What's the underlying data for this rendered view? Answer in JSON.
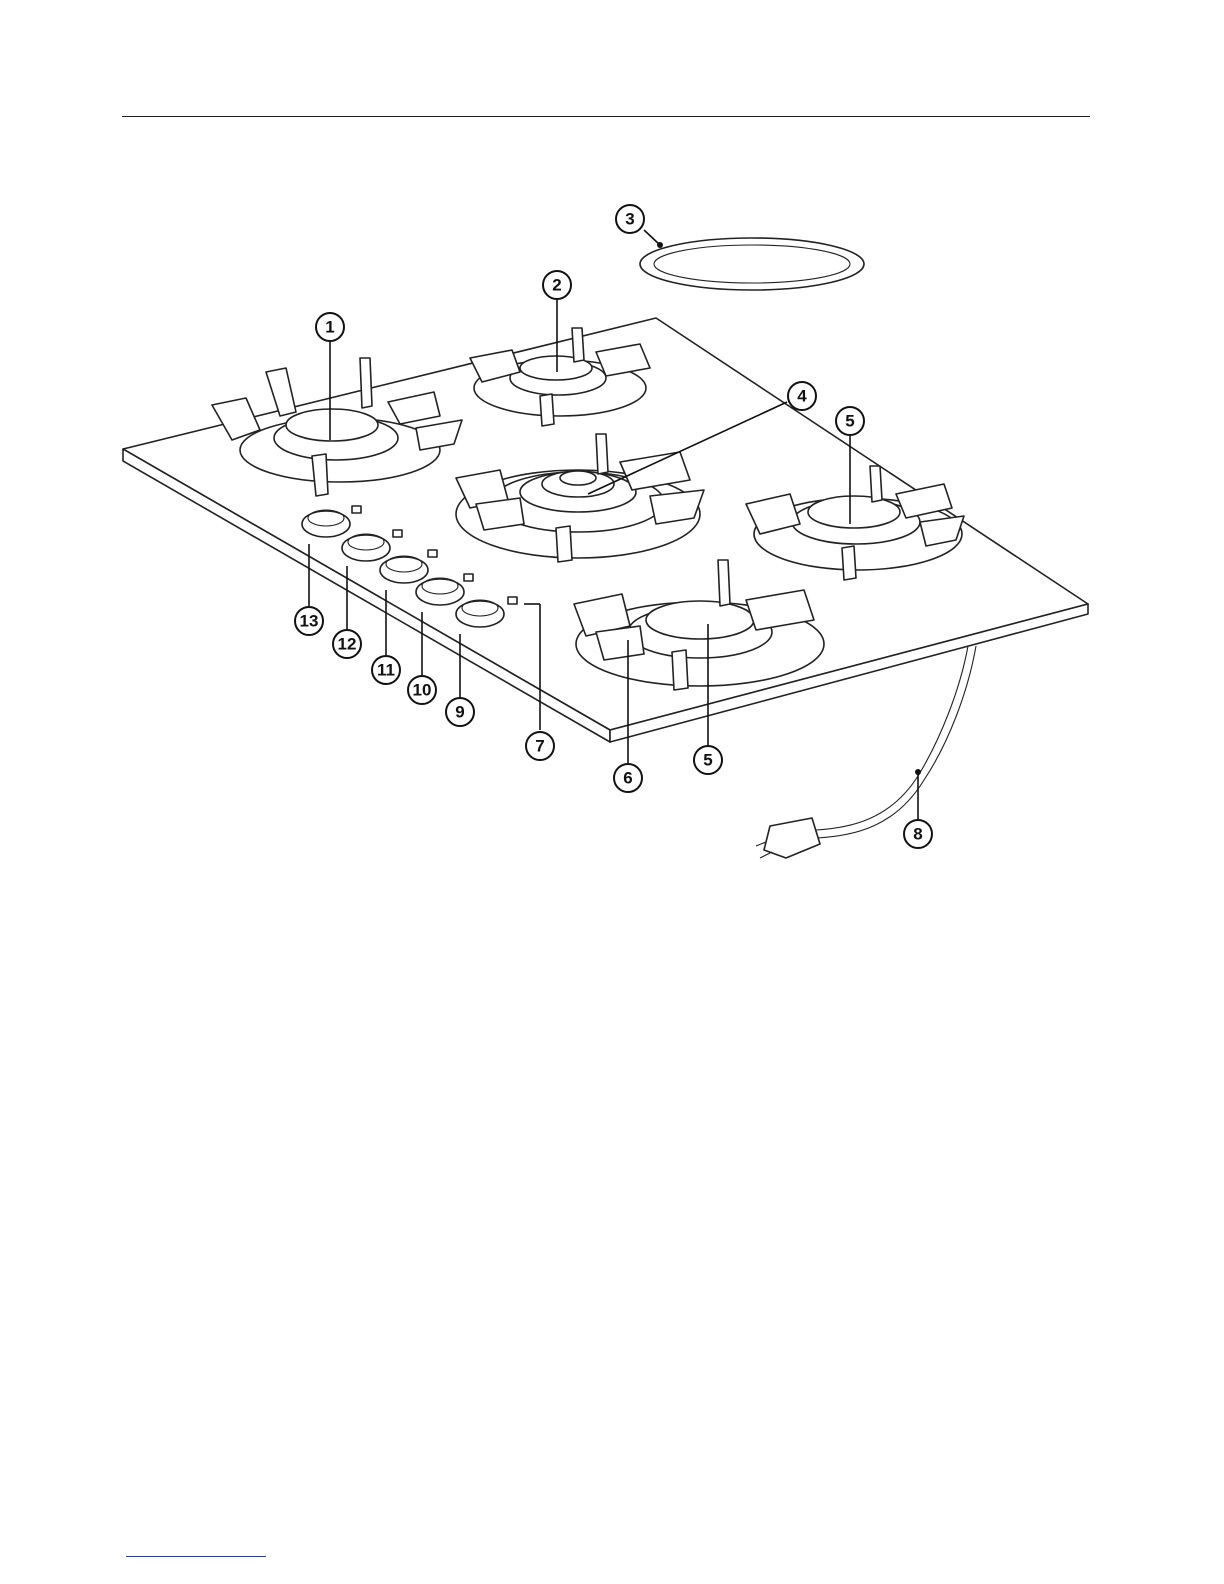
{
  "callouts": [
    {
      "id": "c1",
      "label": "1"
    },
    {
      "id": "c2",
      "label": "2"
    },
    {
      "id": "c3",
      "label": "3"
    },
    {
      "id": "c4",
      "label": "4"
    },
    {
      "id": "c5a",
      "label": "5"
    },
    {
      "id": "c5b",
      "label": "5"
    },
    {
      "id": "c6",
      "label": "6"
    },
    {
      "id": "c7",
      "label": "7"
    },
    {
      "id": "c8",
      "label": "8"
    },
    {
      "id": "c9",
      "label": "9"
    },
    {
      "id": "c10",
      "label": "10"
    },
    {
      "id": "c11",
      "label": "11"
    },
    {
      "id": "c12",
      "label": "12"
    },
    {
      "id": "c13",
      "label": "13"
    }
  ]
}
